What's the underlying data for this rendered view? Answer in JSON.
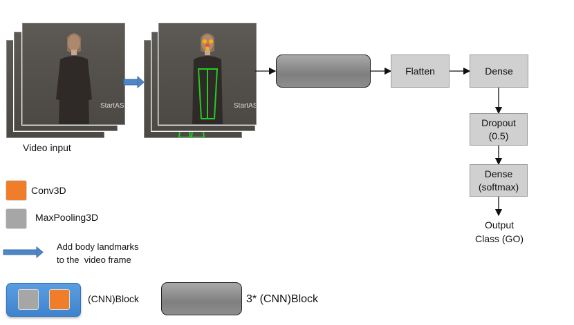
{
  "video_input_label": "Video input",
  "watermark": "StartASL",
  "blocks": {
    "flatten": "Flatten",
    "dense": "Dense",
    "dropout": [
      "Dropout",
      "(0.5)"
    ],
    "dense_softmax": [
      "Dense",
      "(softmax)"
    ],
    "output": [
      "Output",
      "Class (GO)"
    ]
  },
  "legend": {
    "conv3d": "Conv3D",
    "maxpool": "MaxPooling3D",
    "landmarks": [
      "Add body landmarks",
      "to the  video frame"
    ],
    "cnn_block": "(CNN)Block",
    "cnn_block3": "3* (CNN)Block"
  },
  "colors": {
    "conv": "#f07d2a",
    "pool": "#a6a6a6",
    "arrow_blue": "#4f86c6",
    "block_blue": "#4d8fd6",
    "landmark_green": "#22cc22"
  }
}
